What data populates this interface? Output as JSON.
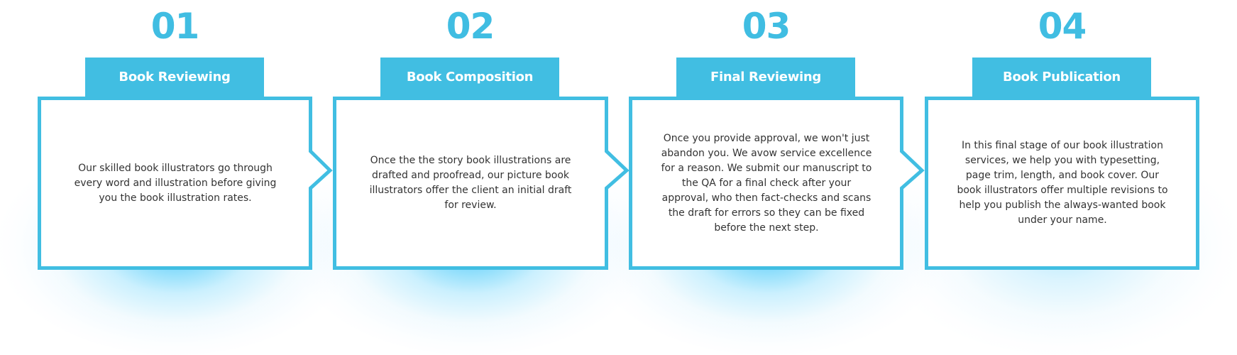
{
  "theme": {
    "accent": "#41bee2",
    "glow": "#4cc8f7",
    "text": "#333333",
    "tab_text": "#ffffff"
  },
  "steps": [
    {
      "number": "01",
      "title": "Book Reviewing",
      "description": "Our skilled book illustrators go through every word and illustration before giving you the book illustration rates.",
      "has_arrow": true
    },
    {
      "number": "02",
      "title": "Book Composition",
      "description": "Once the the story book illustrations are drafted and proofread, our picture book illustrators offer the client an initial draft for review.",
      "has_arrow": true
    },
    {
      "number": "03",
      "title": "Final Reviewing",
      "description": "Once you provide approval, we won't just abandon you. We avow service excellence for a reason. We submit our manuscript to the QA for a final check after your approval, who then fact-checks and scans the draft for errors so they can be fixed before the next step.",
      "has_arrow": true
    },
    {
      "number": "04",
      "title": "Book Publication",
      "description": "In this final stage of our book illustration services, we help you with typesetting, page trim, length, and book cover. Our book illustrators offer multiple revisions to help you publish the always-wanted book under your name.",
      "has_arrow": false
    }
  ]
}
